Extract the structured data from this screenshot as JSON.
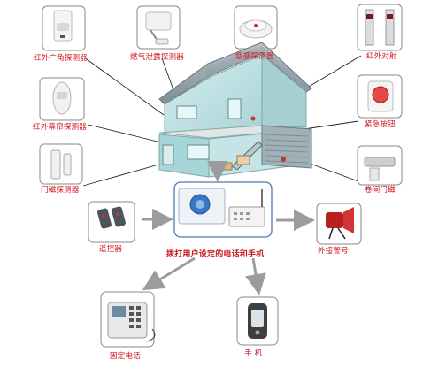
{
  "labels": {
    "pir_wide": "红外广角探测器",
    "gas": "燃气泄露探测器",
    "smoke": "烟感探测器",
    "ir_beam": "红外对射",
    "pir_curtain": "红外幕帘探测器",
    "panic": "紧急按钮",
    "door": "门磁探测器",
    "shutter": "卷闸门磁",
    "remote": "遥控器",
    "siren": "外接警号",
    "dial": "拨打用户设定的电话和手机",
    "landline": "固定电话",
    "mobile": "手  机"
  },
  "colors": {
    "label_red": "#d2141c",
    "arrow_gray": "#9c9c9c",
    "frame_gray": "#8a8a8a",
    "wall_green": "#b9dfe0",
    "roof_gray": "#9aa6ad"
  }
}
